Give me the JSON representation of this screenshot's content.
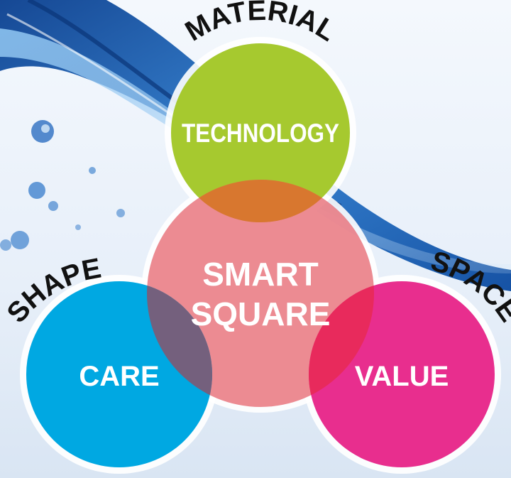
{
  "diagram": {
    "center": {
      "line1": "SMART",
      "line2": "SQUARE",
      "color": "#e8717a"
    },
    "top": {
      "label": "TECHNOLOGY",
      "arc_label": "MATERIAL",
      "color": "#a6c92f"
    },
    "left": {
      "label": "CARE",
      "arc_label": "SHAPE",
      "color": "#00a8e2"
    },
    "right": {
      "label": "VALUE",
      "arc_label": "SPACE",
      "color": "#e82e8e"
    },
    "background": {
      "water_color": "#1a5fb4",
      "sky_color": "#eaf2fb"
    }
  }
}
